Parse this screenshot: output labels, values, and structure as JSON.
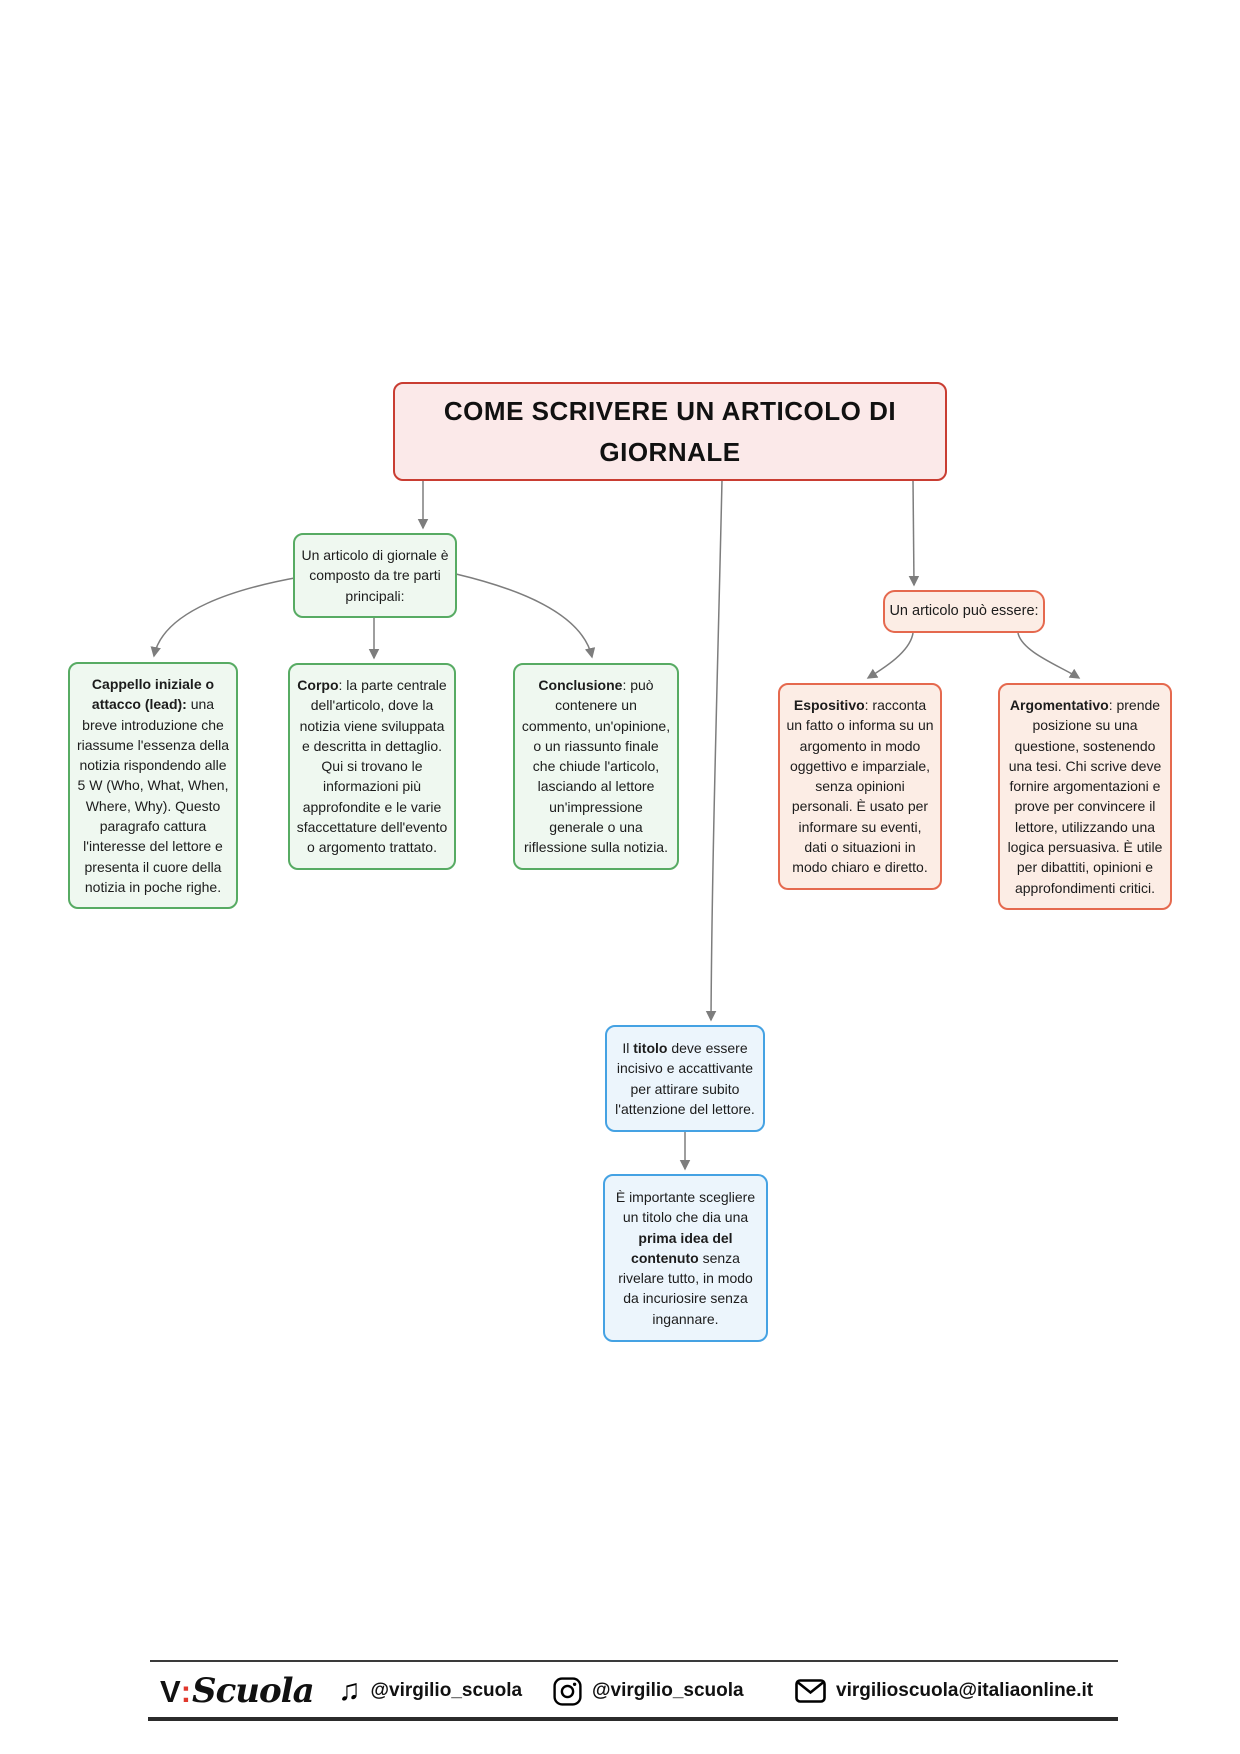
{
  "title": {
    "text": "COME SCRIVERE UN ARTICOLO DI GIORNALE"
  },
  "nodes": {
    "intro": {
      "text": "Un articolo di giornale è composto da tre parti principali:"
    },
    "cappello": {
      "lead": "Cappello iniziale o attacco (lead):",
      "text": " una breve introduzione che riassume l'essenza della notizia rispondendo alle 5 W (Who, What, When, Where, Why). Questo paragrafo cattura l'interesse del lettore e presenta il cuore della notizia in poche righe."
    },
    "corpo": {
      "lead": "Corpo",
      "text": ": la parte centrale dell'articolo, dove la notizia viene sviluppata e descritta in dettaglio. Qui si trovano le informazioni più approfondite e le varie sfaccettature dell'evento o argomento trattato."
    },
    "conclusione": {
      "lead": "Conclusione",
      "text": ": può contenere un commento, un'opinione, o un riassunto finale che chiude l'articolo, lasciando al lettore un'impressione generale o una riflessione sulla notizia."
    },
    "tipologie": {
      "text": "Un articolo può essere:"
    },
    "espositivo": {
      "lead": "Espositivo",
      "text": ": racconta un fatto o informa su un argomento in modo oggettivo e imparziale, senza opinioni personali. È usato per informare su eventi, dati o situazioni in modo chiaro e diretto."
    },
    "argomentativo": {
      "lead": "Argomentativo",
      "text": ": prende posizione su una questione, sostenendo una tesi. Chi scrive deve fornire argomentazioni e prove per convincere il lettore, utilizzando una logica persuasiva. È utile per dibattiti, opinioni e approfondimenti critici."
    },
    "titolo": {
      "pre": "Il ",
      "bold": "titolo",
      "post": " deve essere incisivo e accattivante per attirare subito l'attenzione del lettore."
    },
    "titolo_advice": {
      "pre": "È importante scegliere un titolo che dia una ",
      "bold": "prima idea del contenuto",
      "post": " senza rivelare tutto, in modo da incuriosire senza ingannare."
    }
  },
  "footer": {
    "logo_v": "V",
    "logo_colon": ":",
    "logo_script": "Scuola",
    "tiktok_handle": "@virgilio_scuola",
    "instagram_handle": "@virgilio_scuola",
    "email": "virgilioscuola@italiaonline.it"
  },
  "colors": {
    "title_border": "#c93d32",
    "title_bg": "#fbe9e9",
    "green_border": "#57ab63",
    "green_bg": "#eff8f0",
    "salmon_border": "#e5694e",
    "salmon_bg": "#fcede5",
    "blue_border": "#45a2e3",
    "blue_bg": "#ecf5fc",
    "connector": "#7d7d7d",
    "logo_accent": "#e0382d"
  }
}
